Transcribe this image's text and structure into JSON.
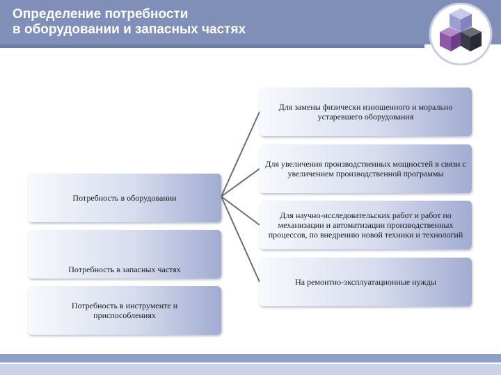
{
  "slide": {
    "title": "Определение потребности\nв оборудовании и запасных частях"
  },
  "left_items": [
    {
      "label": "Потребность в оборудовании"
    },
    {
      "label": "Потребность в запасных частях"
    },
    {
      "label": "Потребность в инструменте и приспособлениях"
    }
  ],
  "right_items": [
    {
      "label": "Для замены физически изношенного и морально устаревшего оборудования"
    },
    {
      "label": "Для увеличения производственных мощностей в связи с увеличением производственной программы"
    },
    {
      "label": "Для научно-исследовательских работ и работ по механизации и автоматизации производственных процессов, по внедрению новой техники и технологий"
    },
    {
      "label": "На ремонтно-эксплуатационные нужды"
    }
  ],
  "colors": {
    "title_band": "#7f8fb8",
    "box_gradient_end": "#a2acd2",
    "connector": "#6b6b78",
    "logo_light": "#9a9fd0",
    "logo_purple": "#8e5aa6",
    "logo_dark": "#3a3a4a"
  },
  "icons": {
    "logo": "stacked-cubes-logo"
  }
}
